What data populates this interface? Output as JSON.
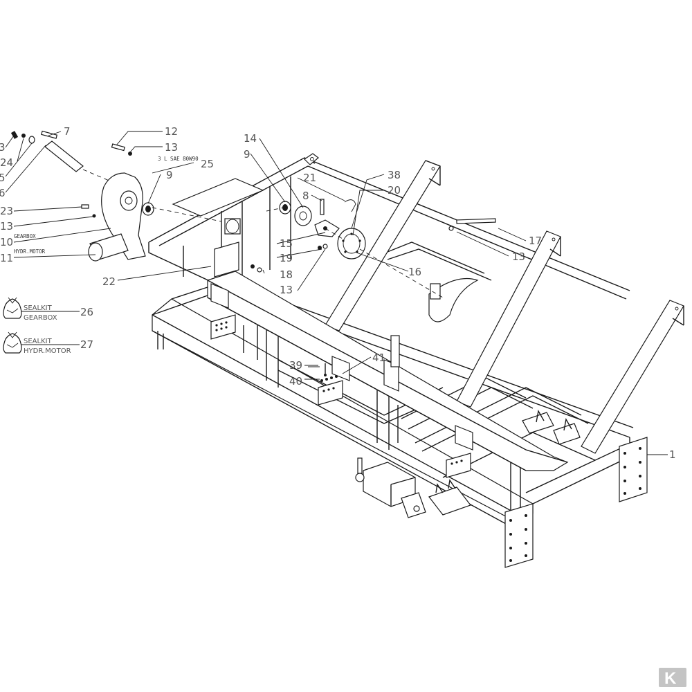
{
  "diagram": {
    "callouts": [
      {
        "id": "p7",
        "num": "7"
      },
      {
        "id": "p3",
        "num": "3"
      },
      {
        "id": "p24",
        "num": "24"
      },
      {
        "id": "p5",
        "num": "5"
      },
      {
        "id": "p6",
        "num": "6"
      },
      {
        "id": "p23",
        "num": "23"
      },
      {
        "id": "p13a",
        "num": "13"
      },
      {
        "id": "p10",
        "num": "10"
      },
      {
        "id": "p11",
        "num": "11"
      },
      {
        "id": "p12",
        "num": "12"
      },
      {
        "id": "p13b",
        "num": "13"
      },
      {
        "id": "p25",
        "num": "25"
      },
      {
        "id": "p9a",
        "num": "9"
      },
      {
        "id": "p14",
        "num": "14"
      },
      {
        "id": "p9b",
        "num": "9"
      },
      {
        "id": "p21",
        "num": "21"
      },
      {
        "id": "p8",
        "num": "8"
      },
      {
        "id": "p38",
        "num": "38"
      },
      {
        "id": "p20",
        "num": "20"
      },
      {
        "id": "p15",
        "num": "15"
      },
      {
        "id": "p19",
        "num": "19"
      },
      {
        "id": "p18",
        "num": "18"
      },
      {
        "id": "p13c",
        "num": "13"
      },
      {
        "id": "p16",
        "num": "16"
      },
      {
        "id": "p17",
        "num": "17"
      },
      {
        "id": "p13d",
        "num": "13"
      },
      {
        "id": "p22",
        "num": "22"
      },
      {
        "id": "p26",
        "num": "26"
      },
      {
        "id": "p27",
        "num": "27"
      },
      {
        "id": "p39",
        "num": "39"
      },
      {
        "id": "p41",
        "num": "41"
      },
      {
        "id": "p40",
        "num": "40"
      },
      {
        "id": "p1",
        "num": "1"
      }
    ],
    "notes": {
      "oil": "3 L SAE 80W90",
      "gearbox": "GEARBOX",
      "hydr_motor": "HYDR.MOTOR"
    },
    "sealkits": [
      {
        "line1": "SEALKIT",
        "line2": "GEARBOX"
      },
      {
        "line1": "SEALKIT",
        "line2": "HYDR.MOTOR"
      }
    ],
    "logo_letter": "K"
  },
  "colors": {
    "line": "#1a1a1a",
    "label": "#555555",
    "logo": "#c4c4c4"
  }
}
